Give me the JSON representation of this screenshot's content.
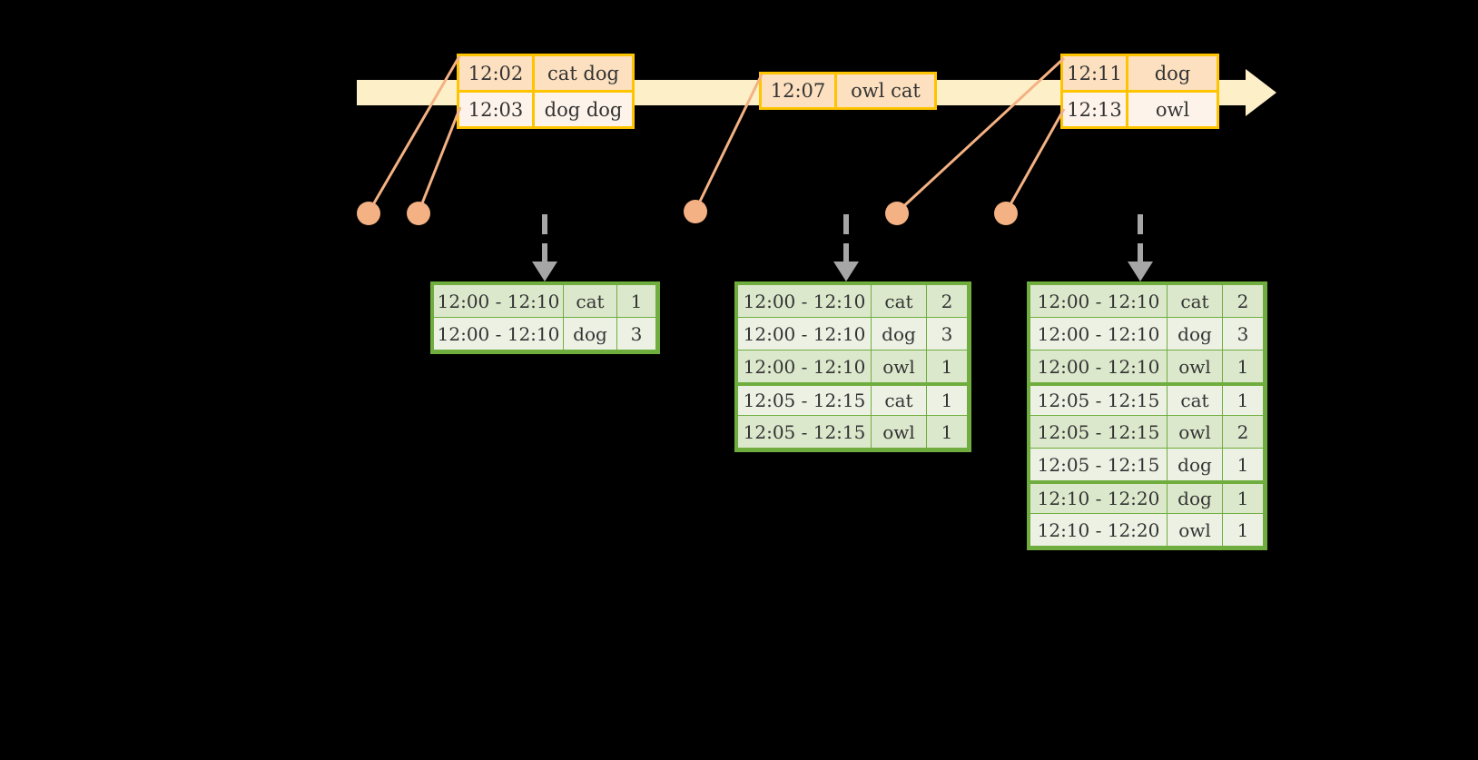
{
  "timeline": {
    "bar_color": "#FDF0C8",
    "border_color": "#FFC400",
    "arrow_name": "timeline-arrow",
    "events": [
      {
        "id": "event-group-1",
        "rows": [
          {
            "time": "12:02",
            "value": "cat dog"
          },
          {
            "time": "12:03",
            "value": "dog dog"
          }
        ]
      },
      {
        "id": "event-group-2",
        "rows": [
          {
            "time": "12:07",
            "value": "owl cat"
          }
        ]
      },
      {
        "id": "event-group-3",
        "rows": [
          {
            "time": "12:11",
            "value": "dog"
          },
          {
            "time": "12:13",
            "value": "owl"
          }
        ]
      }
    ]
  },
  "dot_color": "#F4B183",
  "line_color": "#F4B183",
  "arrow_color": "#A6A6A6",
  "tables": [
    {
      "id": "window-table-1",
      "rows": [
        {
          "window": "12:00 - 12:10",
          "word": "cat",
          "count": "1",
          "group": 0
        },
        {
          "window": "12:00 - 12:10",
          "word": "dog",
          "count": "3",
          "group": 0
        }
      ]
    },
    {
      "id": "window-table-2",
      "rows": [
        {
          "window": "12:00 - 12:10",
          "word": "cat",
          "count": "2",
          "group": 0
        },
        {
          "window": "12:00 - 12:10",
          "word": "dog",
          "count": "3",
          "group": 0
        },
        {
          "window": "12:00 - 12:10",
          "word": "owl",
          "count": "1",
          "group": 0
        },
        {
          "window": "12:05 - 12:15",
          "word": "cat",
          "count": "1",
          "group": 1
        },
        {
          "window": "12:05 - 12:15",
          "word": "owl",
          "count": "1",
          "group": 1
        }
      ]
    },
    {
      "id": "window-table-3",
      "rows": [
        {
          "window": "12:00 - 12:10",
          "word": "cat",
          "count": "2",
          "group": 0
        },
        {
          "window": "12:00 - 12:10",
          "word": "dog",
          "count": "3",
          "group": 0
        },
        {
          "window": "12:00 - 12:10",
          "word": "owl",
          "count": "1",
          "group": 0
        },
        {
          "window": "12:05 - 12:15",
          "word": "cat",
          "count": "1",
          "group": 1
        },
        {
          "window": "12:05 - 12:15",
          "word": "owl",
          "count": "2",
          "group": 1
        },
        {
          "window": "12:05 - 12:15",
          "word": "dog",
          "count": "1",
          "group": 1
        },
        {
          "window": "12:10 - 12:20",
          "word": "dog",
          "count": "1",
          "group": 2
        },
        {
          "window": "12:10 - 12:20",
          "word": "owl",
          "count": "1",
          "group": 2
        }
      ]
    }
  ]
}
